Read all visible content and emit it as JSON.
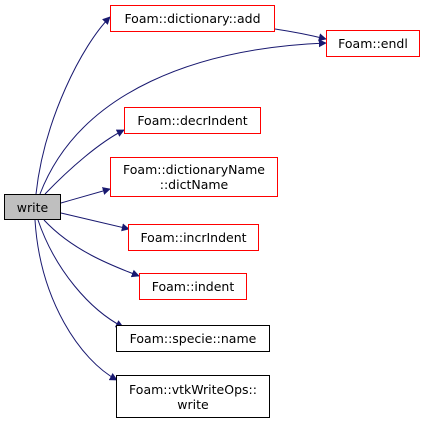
{
  "diagram": {
    "colors": {
      "edge": "#191970",
      "link_border": "#ff0000",
      "plain_border": "#000000",
      "current_fill": "#bfbfbf"
    },
    "nodes": {
      "write": {
        "lines": [
          "write"
        ]
      },
      "add": {
        "lines": [
          "Foam::dictionary::add"
        ]
      },
      "endl": {
        "lines": [
          "Foam::endl"
        ]
      },
      "decrIndent": {
        "lines": [
          "Foam::decrIndent"
        ]
      },
      "dictName": {
        "lines": [
          "Foam::dictionaryName",
          "::dictName"
        ]
      },
      "incrIndent": {
        "lines": [
          "Foam::incrIndent"
        ]
      },
      "indent": {
        "lines": [
          "Foam::indent"
        ]
      },
      "specieName": {
        "lines": [
          "Foam::specie::name"
        ]
      },
      "vtkWrite": {
        "lines": [
          "Foam::vtkWriteOps::",
          "write"
        ]
      }
    },
    "edges": [
      {
        "from": "write",
        "to": "add"
      },
      {
        "from": "write",
        "to": "endl"
      },
      {
        "from": "add",
        "to": "endl"
      },
      {
        "from": "write",
        "to": "decrIndent"
      },
      {
        "from": "write",
        "to": "dictName"
      },
      {
        "from": "write",
        "to": "incrIndent"
      },
      {
        "from": "write",
        "to": "indent"
      },
      {
        "from": "write",
        "to": "specieName"
      },
      {
        "from": "write",
        "to": "vtkWrite"
      }
    ]
  }
}
